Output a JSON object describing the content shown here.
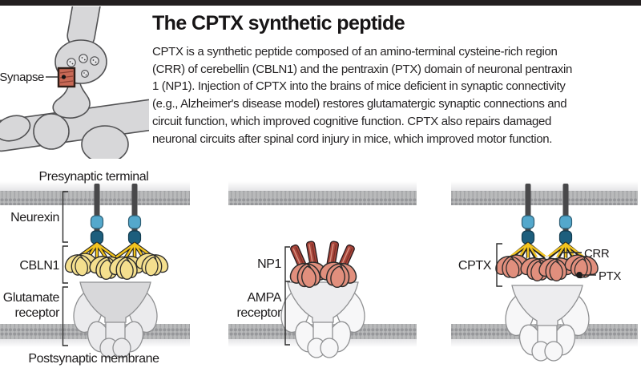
{
  "topbar": {
    "color": "#231f20"
  },
  "synapse_figure": {
    "label": "Synapse"
  },
  "header": {
    "title": "The CPTX synthetic peptide",
    "paragraph_lines": [
      "CPTX is a synthetic peptide composed of an amino-terminal cysteine-rich region",
      "(CRR) of cerebellin (CBLN1) and the pentraxin (PTX) domain of neuronal pentraxin",
      "1 (NP1). Injection of CPTX into the brains of mice deficient in synaptic connectivity",
      "(e.g., Alzheimer's disease model) restores glutamatergic synaptic connections and",
      "circuit function, which improved cognitive function. CPTX also repairs damaged",
      "neuronal circuits after spinal cord injury in mice, which improved motor function."
    ]
  },
  "diagram": {
    "left_panel": {
      "top_label": "Presynaptic terminal",
      "neurexin": "Neurexin",
      "cbln1": "CBLN1",
      "glutamate_1": "Glutamate",
      "glutamate_2": "receptor",
      "bottom_label": "Postsynaptic membrane"
    },
    "middle_panel": {
      "np1": "NP1",
      "ampa_1": "AMPA",
      "ampa_2": "receptor"
    },
    "right_panel": {
      "cptx": "CPTX",
      "crr": "CRR",
      "ptx": "PTX"
    }
  },
  "colors": {
    "top_bar": "#231f20",
    "membrane_base": "#b9babb",
    "membrane_dot": "#96979a",
    "neurexin_rod": "#48484a",
    "neurexin_bead_light_blue": "#54a8cc",
    "neurexin_bead_teal": "#1d5e7d",
    "cbln1_yellow": "#f4df8e",
    "stalk_yellow": "#f2c41f",
    "np1_salmon": "#e18f7d",
    "np1_stalk_red": "#a8453a",
    "receptor_gray": "#dadadc",
    "synapse_box_red": "#c86956",
    "neuron_gray": "#d7d7d9"
  }
}
